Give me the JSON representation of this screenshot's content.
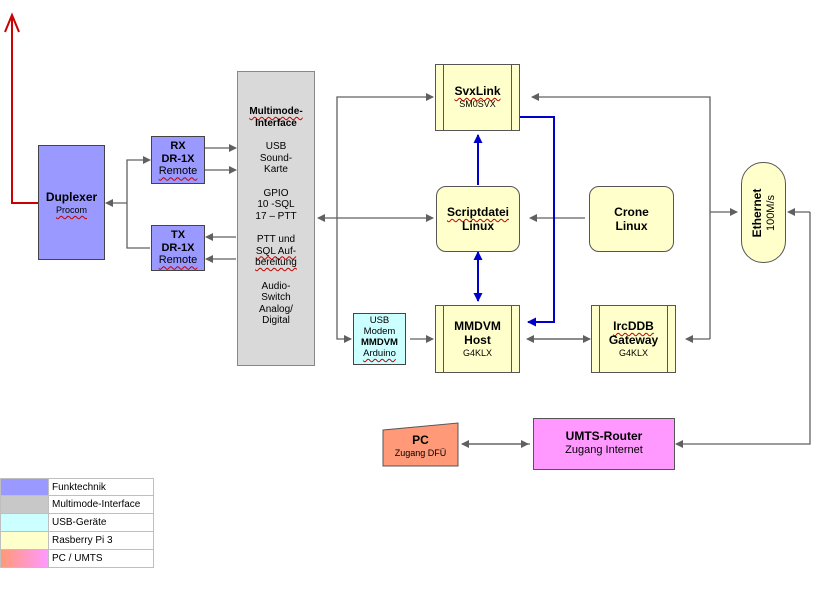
{
  "diagram": {
    "duplexer": {
      "title": "Duplexer",
      "sub": "Procom"
    },
    "rx": {
      "l1": "RX",
      "l2": "DR-1X",
      "l3": "Remote"
    },
    "tx": {
      "l1": "TX",
      "l2": "DR-1X",
      "l3": "Remote"
    },
    "multimode": {
      "title1": "Multimode-",
      "title2": "Interface",
      "usb": [
        "USB",
        "Sound-",
        "Karte"
      ],
      "gpio": [
        "GPIO",
        "10 -SQL",
        "17 – PTT"
      ],
      "ptt": [
        "PTT und",
        "SQL Auf-",
        "bereitung"
      ],
      "audio": [
        "Audio-",
        "Switch",
        "Analog/",
        "Digital"
      ]
    },
    "usb_modem": {
      "l1": "USB",
      "l2": "Modem",
      "l3": "MMDVM",
      "l4": "Arduino"
    },
    "svxlink": {
      "title": "SvxLink",
      "sub": "SM0SVX"
    },
    "scriptdatei": {
      "l1": "Scriptdatei",
      "l2": "Linux"
    },
    "crone": {
      "l1": "Crone",
      "l2": "Linux"
    },
    "mmdvm": {
      "l1": "MMDVM",
      "l2": "Host",
      "sub": "G4KLX"
    },
    "ircddb": {
      "l1": "IrcDDB",
      "l2": "Gateway",
      "sub": "G4KLX"
    },
    "ethernet": {
      "l1": "Ethernet",
      "l2": "100M/s"
    },
    "pc": {
      "title": "PC",
      "sub": "Zugang DFÜ"
    },
    "umts": {
      "title": "UMTS-Router",
      "sub": "Zugang Internet"
    }
  },
  "legend": [
    {
      "label": "Funktechnik",
      "color": "#9999ff"
    },
    {
      "label": "Multimode-Interface",
      "color": "#c8c8c8"
    },
    {
      "label": "USB-Geräte",
      "color": "#ccffff"
    },
    {
      "label": "Rasberry Pi 3",
      "color": "#ffffcc"
    },
    {
      "label": "PC / UMTS",
      "color": "gradient"
    }
  ],
  "colors": {
    "funktechnik": "#9999ff",
    "multimode": "#d9d9d9",
    "usb": "#ccffff",
    "raspberry": "#ffffcc",
    "pc": "#ff9977",
    "umts": "#ff99ff",
    "antenna": "#cc0000",
    "blue_link": "#0000cc",
    "gray_link": "#606060"
  },
  "icons": [
    "antenna-arrow-icon"
  ]
}
